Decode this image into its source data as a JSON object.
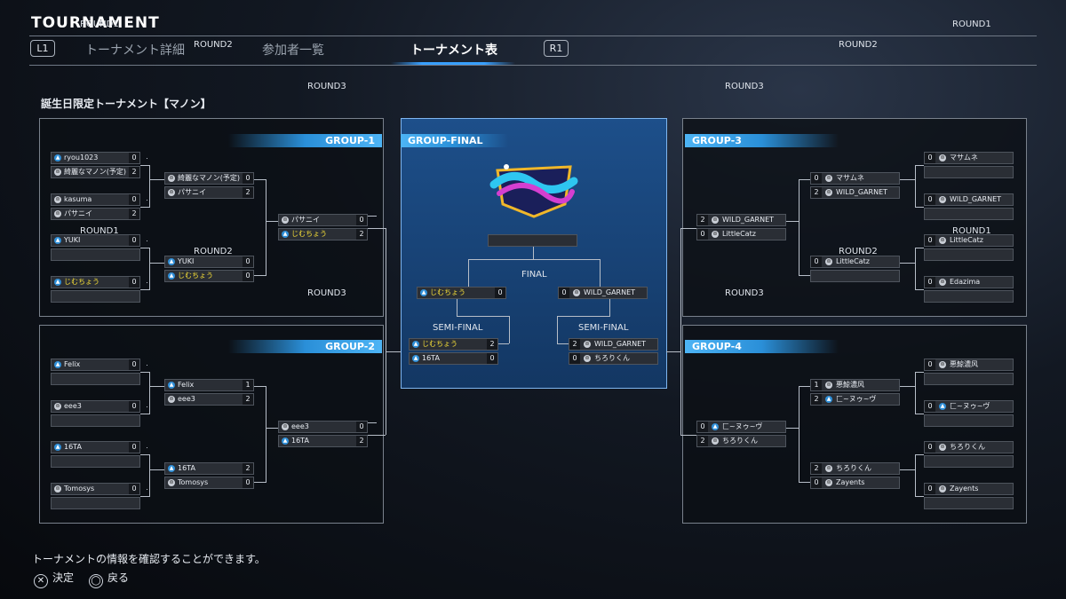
{
  "header": {
    "title": "TOURNAMENT",
    "tabs": [
      "トーナメント詳細",
      "参加者一覧",
      "トーナメント表"
    ],
    "l1": "L1",
    "r1": "R1"
  },
  "tournament_name": "誕生日限定トーナメント【マノン】",
  "groups": {
    "g1": {
      "name": "GROUP-1",
      "round1": "ROUND1",
      "round2": "ROUND2",
      "round3": "ROUND3",
      "r1": [
        [
          "ryou1023",
          "0"
        ],
        [
          "綺麗なマノン(予定)",
          "2"
        ],
        [
          "kasuma",
          "0"
        ],
        [
          "パサニイ",
          "2"
        ],
        [
          "YUKI",
          "0"
        ],
        [
          "",
          ""
        ],
        [
          "じむちょう",
          "0"
        ],
        [
          "",
          ""
        ]
      ],
      "r2": [
        [
          "綺麗なマノン(予定)",
          "0"
        ],
        [
          "パサニイ",
          "2"
        ],
        [
          "YUKI",
          "0"
        ],
        [
          "じむちょう",
          "0"
        ]
      ],
      "r3": [
        [
          "パサニイ",
          "0"
        ],
        [
          "じむちょう",
          "2"
        ]
      ]
    },
    "g2": {
      "name": "GROUP-2",
      "round1": "ROUND1",
      "round2": "ROUND2",
      "round3": "ROUND3",
      "r1": [
        [
          "Felix",
          "0"
        ],
        [
          "",
          ""
        ],
        [
          "eee3",
          "0"
        ],
        [
          "",
          ""
        ],
        [
          "16TA",
          "0"
        ],
        [
          "",
          ""
        ],
        [
          "Tomosys",
          "0"
        ],
        [
          "",
          ""
        ]
      ],
      "r2": [
        [
          "Felix",
          "1"
        ],
        [
          "eee3",
          "2"
        ],
        [
          "16TA",
          "2"
        ],
        [
          "Tomosys",
          "0"
        ]
      ],
      "r3": [
        [
          "eee3",
          "0"
        ],
        [
          "16TA",
          "2"
        ]
      ]
    },
    "g3": {
      "name": "GROUP-3",
      "round1": "ROUND1",
      "round2": "ROUND2",
      "round3": "ROUND3",
      "r1": [
        [
          "マサムネ",
          "0"
        ],
        [
          "",
          ""
        ],
        [
          "WILD_GARNET",
          "0"
        ],
        [
          "",
          ""
        ],
        [
          "LittleCatz",
          "0"
        ],
        [
          "",
          ""
        ],
        [
          "Edazima",
          "0"
        ],
        [
          "",
          ""
        ]
      ],
      "r2": [
        [
          "マサムネ",
          "0"
        ],
        [
          "WILD_GARNET",
          "2"
        ],
        [
          "LittleCatz",
          "0"
        ],
        [
          "",
          ""
        ]
      ],
      "r3": [
        [
          "WILD_GARNET",
          "2"
        ],
        [
          "LittleCatz",
          "0"
        ]
      ]
    },
    "g4": {
      "name": "GROUP-4",
      "round1": "ROUND1",
      "round2": "ROUND2",
      "round3": "ROUND3",
      "r1": [
        [
          "悪鯨濃风",
          "0"
        ],
        [
          "",
          ""
        ],
        [
          "匚~ヌゥ~ヴ",
          "0"
        ],
        [
          "",
          ""
        ],
        [
          "ちろりくん",
          "0"
        ],
        [
          "",
          ""
        ],
        [
          "Zayents",
          "0"
        ],
        [
          "",
          ""
        ]
      ],
      "r2": [
        [
          "悪鯨濃风",
          "1"
        ],
        [
          "匚~ヌゥ~ヴ",
          "2"
        ],
        [
          "ちろりくん",
          "2"
        ],
        [
          "Zayents",
          "0"
        ]
      ],
      "r3": [
        [
          "匚~ヌゥ~ヴ",
          "0"
        ],
        [
          "ちろりくん",
          "2"
        ]
      ]
    }
  },
  "final": {
    "name": "GROUP-FINAL",
    "final_label": "FINAL",
    "semi_label": "SEMI-FINAL",
    "winner": "",
    "finalists": [
      [
        "じむちょう",
        "0"
      ],
      [
        "WILD_GARNET",
        "0"
      ]
    ],
    "semi_left": [
      [
        "じむちょう",
        "2"
      ],
      [
        "16TA",
        "0"
      ]
    ],
    "semi_right": [
      [
        "WILD_GARNET",
        "2"
      ],
      [
        "ちろりくん",
        "0"
      ]
    ]
  },
  "footer": {
    "info": "トーナメントの情報を確認することができます。",
    "confirm": "決定",
    "back": "戻る",
    "confirm_glyph": "✕",
    "back_glyph": "◯"
  },
  "colors": {
    "accent": "#2a8fd8",
    "highlight": "#f4dd37",
    "center_bg": "#1d4f8a"
  }
}
